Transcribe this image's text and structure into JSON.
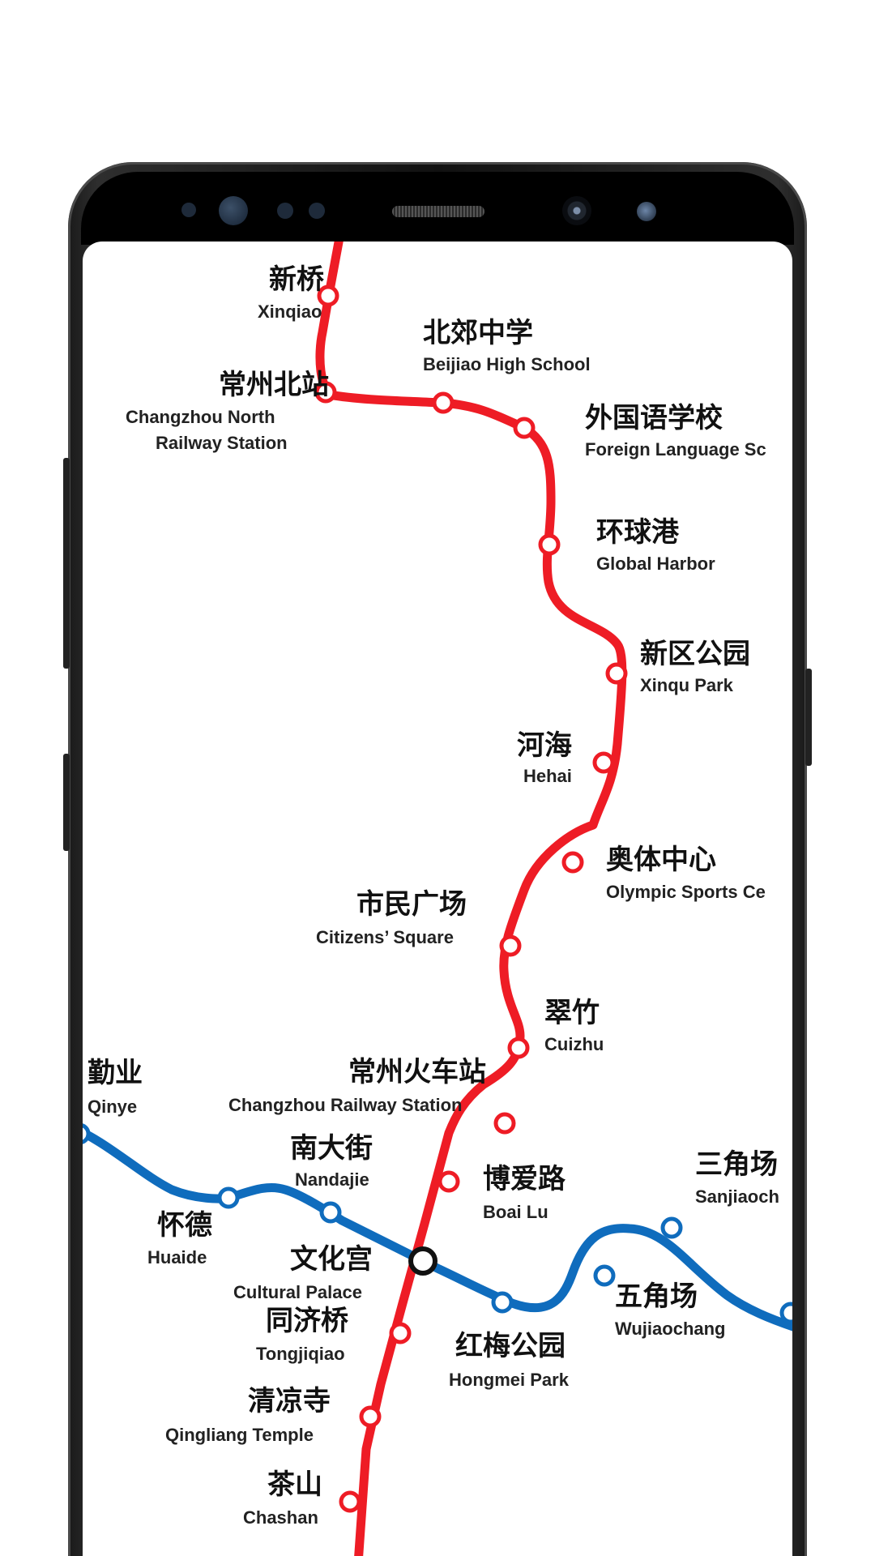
{
  "lines": {
    "red": {
      "color": "#ee1c25"
    },
    "blue": {
      "color": "#0f6cbd"
    }
  },
  "stations": {
    "xinqiao": {
      "zh": "新桥",
      "en": "Xinqiao"
    },
    "changzhou_north": {
      "zh": "常州北站",
      "en1": "Changzhou North",
      "en2": "Railway Station"
    },
    "beijiao": {
      "zh": "北郊中学",
      "en": "Beijiao High School"
    },
    "foreign_language": {
      "zh": "外国语学校",
      "en": "Foreign Language Sc"
    },
    "global_harbor": {
      "zh": "环球港",
      "en": "Global Harbor"
    },
    "xinqu_park": {
      "zh": "新区公园",
      "en": "Xinqu Park"
    },
    "hehai": {
      "zh": "河海",
      "en": "Hehai"
    },
    "olympic": {
      "zh": "奥体中心",
      "en": "Olympic Sports Ce"
    },
    "citizens_square": {
      "zh": "市民广场",
      "en": "Citizens’ Square"
    },
    "cuizhu": {
      "zh": "翠竹",
      "en": "Cuizhu"
    },
    "changzhou_railway": {
      "zh": "常州火车站",
      "en": "Changzhou Railway Station"
    },
    "qinye": {
      "zh": "勤业",
      "en": "Qinye"
    },
    "nandajie": {
      "zh": "南大街",
      "en": "Nandajie"
    },
    "boai_lu": {
      "zh": "博爱路",
      "en": "Boai Lu"
    },
    "sanjiao": {
      "zh": "三角场",
      "en": "Sanjiaoch"
    },
    "huaide": {
      "zh": "怀德",
      "en": "Huaide"
    },
    "cultural_palace": {
      "zh": "文化宫",
      "en": "Cultural Palace"
    },
    "wujiaochang": {
      "zh": "五角场",
      "en": "Wujiaochang"
    },
    "tongjiqiao": {
      "zh": "同济桥",
      "en": "Tongjiqiao"
    },
    "hongmei_park": {
      "zh": "红梅公园",
      "en": "Hongmei Park"
    },
    "qingliang": {
      "zh": "清凉寺",
      "en": "Qingliang Temple"
    },
    "chashan": {
      "zh": "茶山",
      "en": "Chashan"
    }
  }
}
